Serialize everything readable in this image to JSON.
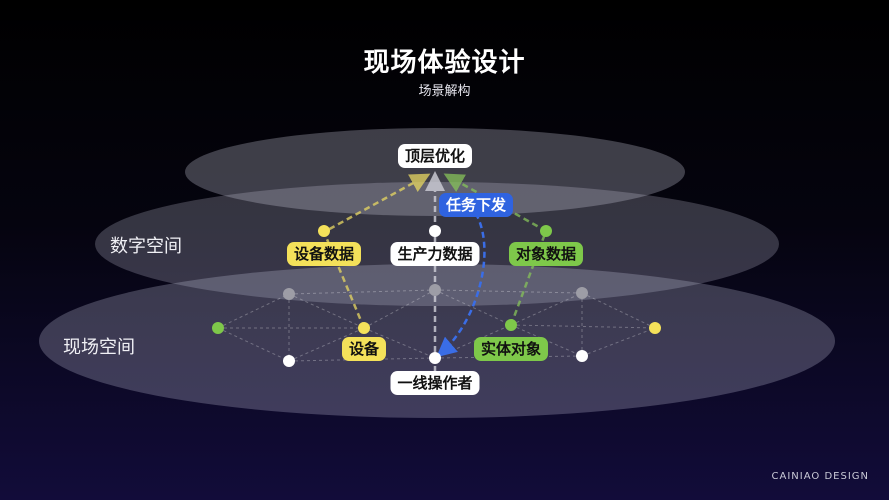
{
  "header": {
    "title": "现场体验设计",
    "subtitle": "场景解构"
  },
  "layers": {
    "digital": "数字空间",
    "site": "现场空间"
  },
  "nodes": {
    "top": "顶层优化",
    "task": "任务下发",
    "device_data": "设备数据",
    "productivity_data": "生产力数据",
    "object_data": "对象数据",
    "device": "设备",
    "entity": "实体对象",
    "operator": "一线操作者"
  },
  "colors": {
    "yellow": "#f4e15a",
    "green": "#7ec84a",
    "blue": "#2f63e0",
    "white": "#ffffff"
  },
  "brand": "CAINIAO DESIGN"
}
